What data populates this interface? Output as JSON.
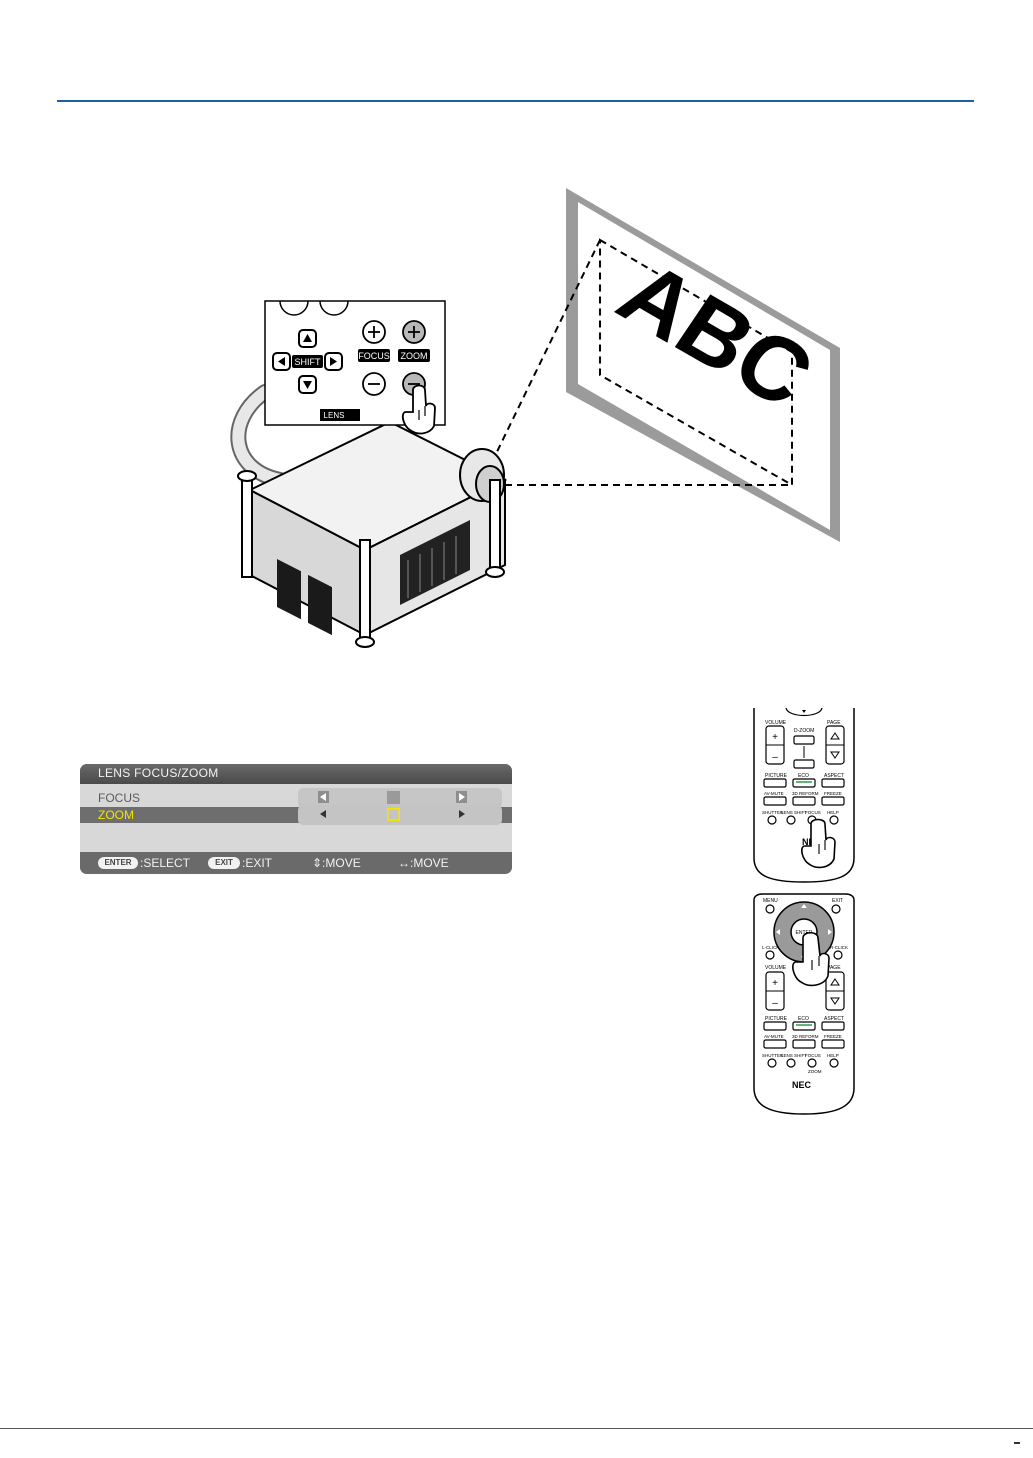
{
  "illustration": {
    "screen_text": "ABC",
    "panel": {
      "shift_label": "SHIFT",
      "focus_label": "FOCUS",
      "zoom_label": "ZOOM",
      "lens_label": "LENS"
    }
  },
  "osd": {
    "title": "LENS FOCUS/ZOOM",
    "rows": [
      {
        "label": "FOCUS",
        "selected": false
      },
      {
        "label": "ZOOM",
        "selected": true
      }
    ],
    "footer": {
      "enter_key": "ENTER",
      "select": ":SELECT",
      "exit_key": "EXIT",
      "exit": ":EXIT",
      "move_ud": "⇕:MOVE",
      "move_lr": "↔:MOVE"
    },
    "colors": {
      "selected_text": "#f4e400",
      "title_bar": "#555555"
    }
  },
  "remote_top": {
    "labels": {
      "volume": "VOLUME",
      "dzoom": "D-ZOOM",
      "page": "PAGE",
      "picture": "PICTURE",
      "eco": "ECO",
      "aspect": "ASPECT",
      "avmute": "AV-MUTE",
      "threed": "3D REFORM",
      "freeze": "FREEZE",
      "shutter": "SHUTTER",
      "lensshift": "LENS SHIFT",
      "focus": "FOCUS",
      "help": "HELP",
      "brand": "NEC"
    }
  },
  "remote_bottom": {
    "labels": {
      "menu": "MENU",
      "exit": "EXIT",
      "enter": "ENTER",
      "lclick": "L-CLICK",
      "rclick": "R-CLICK",
      "volume": "VOLUME",
      "page": "PAGE",
      "picture": "PICTURE",
      "eco": "ECO",
      "aspect": "ASPECT",
      "avmute": "AV-MUTE",
      "threed": "3D REFORM",
      "freeze": "FREEZE",
      "shutter": "SHUTTER",
      "lensshift": "LENS SHIFT",
      "focus": "FOCUS",
      "help": "HELP",
      "zoom": "ZOOM",
      "brand": "NEC"
    }
  }
}
